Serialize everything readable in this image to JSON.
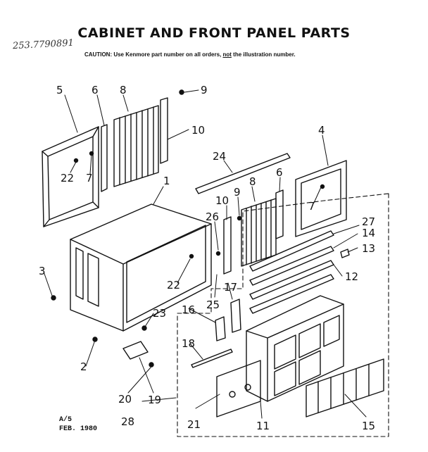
{
  "title": "CABINET AND FRONT PANEL PARTS",
  "handwritten_model": "253.7790891",
  "caution": {
    "prefix": "CAUTION: Use Kenmore part number on all orders,",
    "emphasis": "not",
    "suffix": "the illustration number."
  },
  "stamp": {
    "line1": "A/5",
    "line2": "FEB.  1980"
  },
  "callouts": [
    {
      "id": "c5",
      "text": "5"
    },
    {
      "id": "c6a",
      "text": "6"
    },
    {
      "id": "c8a",
      "text": "8"
    },
    {
      "id": "c9a",
      "text": "9"
    },
    {
      "id": "c10a",
      "text": "10"
    },
    {
      "id": "c22a",
      "text": "22"
    },
    {
      "id": "c7a",
      "text": "7"
    },
    {
      "id": "c24",
      "text": "24"
    },
    {
      "id": "c4",
      "text": "4"
    },
    {
      "id": "c1",
      "text": "1"
    },
    {
      "id": "c6b",
      "text": "6"
    },
    {
      "id": "c9b",
      "text": "9"
    },
    {
      "id": "c8b",
      "text": "8"
    },
    {
      "id": "c7b",
      "text": "7"
    },
    {
      "id": "c10b",
      "text": "10"
    },
    {
      "id": "c26",
      "text": "26"
    },
    {
      "id": "c27",
      "text": "27"
    },
    {
      "id": "c14",
      "text": "14"
    },
    {
      "id": "c13",
      "text": "13"
    },
    {
      "id": "c12",
      "text": "12"
    },
    {
      "id": "c3",
      "text": "3"
    },
    {
      "id": "c22b",
      "text": "22"
    },
    {
      "id": "c25",
      "text": "25"
    },
    {
      "id": "c17",
      "text": "17"
    },
    {
      "id": "c16",
      "text": "16"
    },
    {
      "id": "c23",
      "text": "23"
    },
    {
      "id": "c18",
      "text": "18"
    },
    {
      "id": "c2",
      "text": "2"
    },
    {
      "id": "c20",
      "text": "20"
    },
    {
      "id": "c19",
      "text": "19"
    },
    {
      "id": "c21",
      "text": "21"
    },
    {
      "id": "c11",
      "text": "11"
    },
    {
      "id": "c15",
      "text": "15"
    },
    {
      "id": "c28",
      "text": "28"
    }
  ]
}
